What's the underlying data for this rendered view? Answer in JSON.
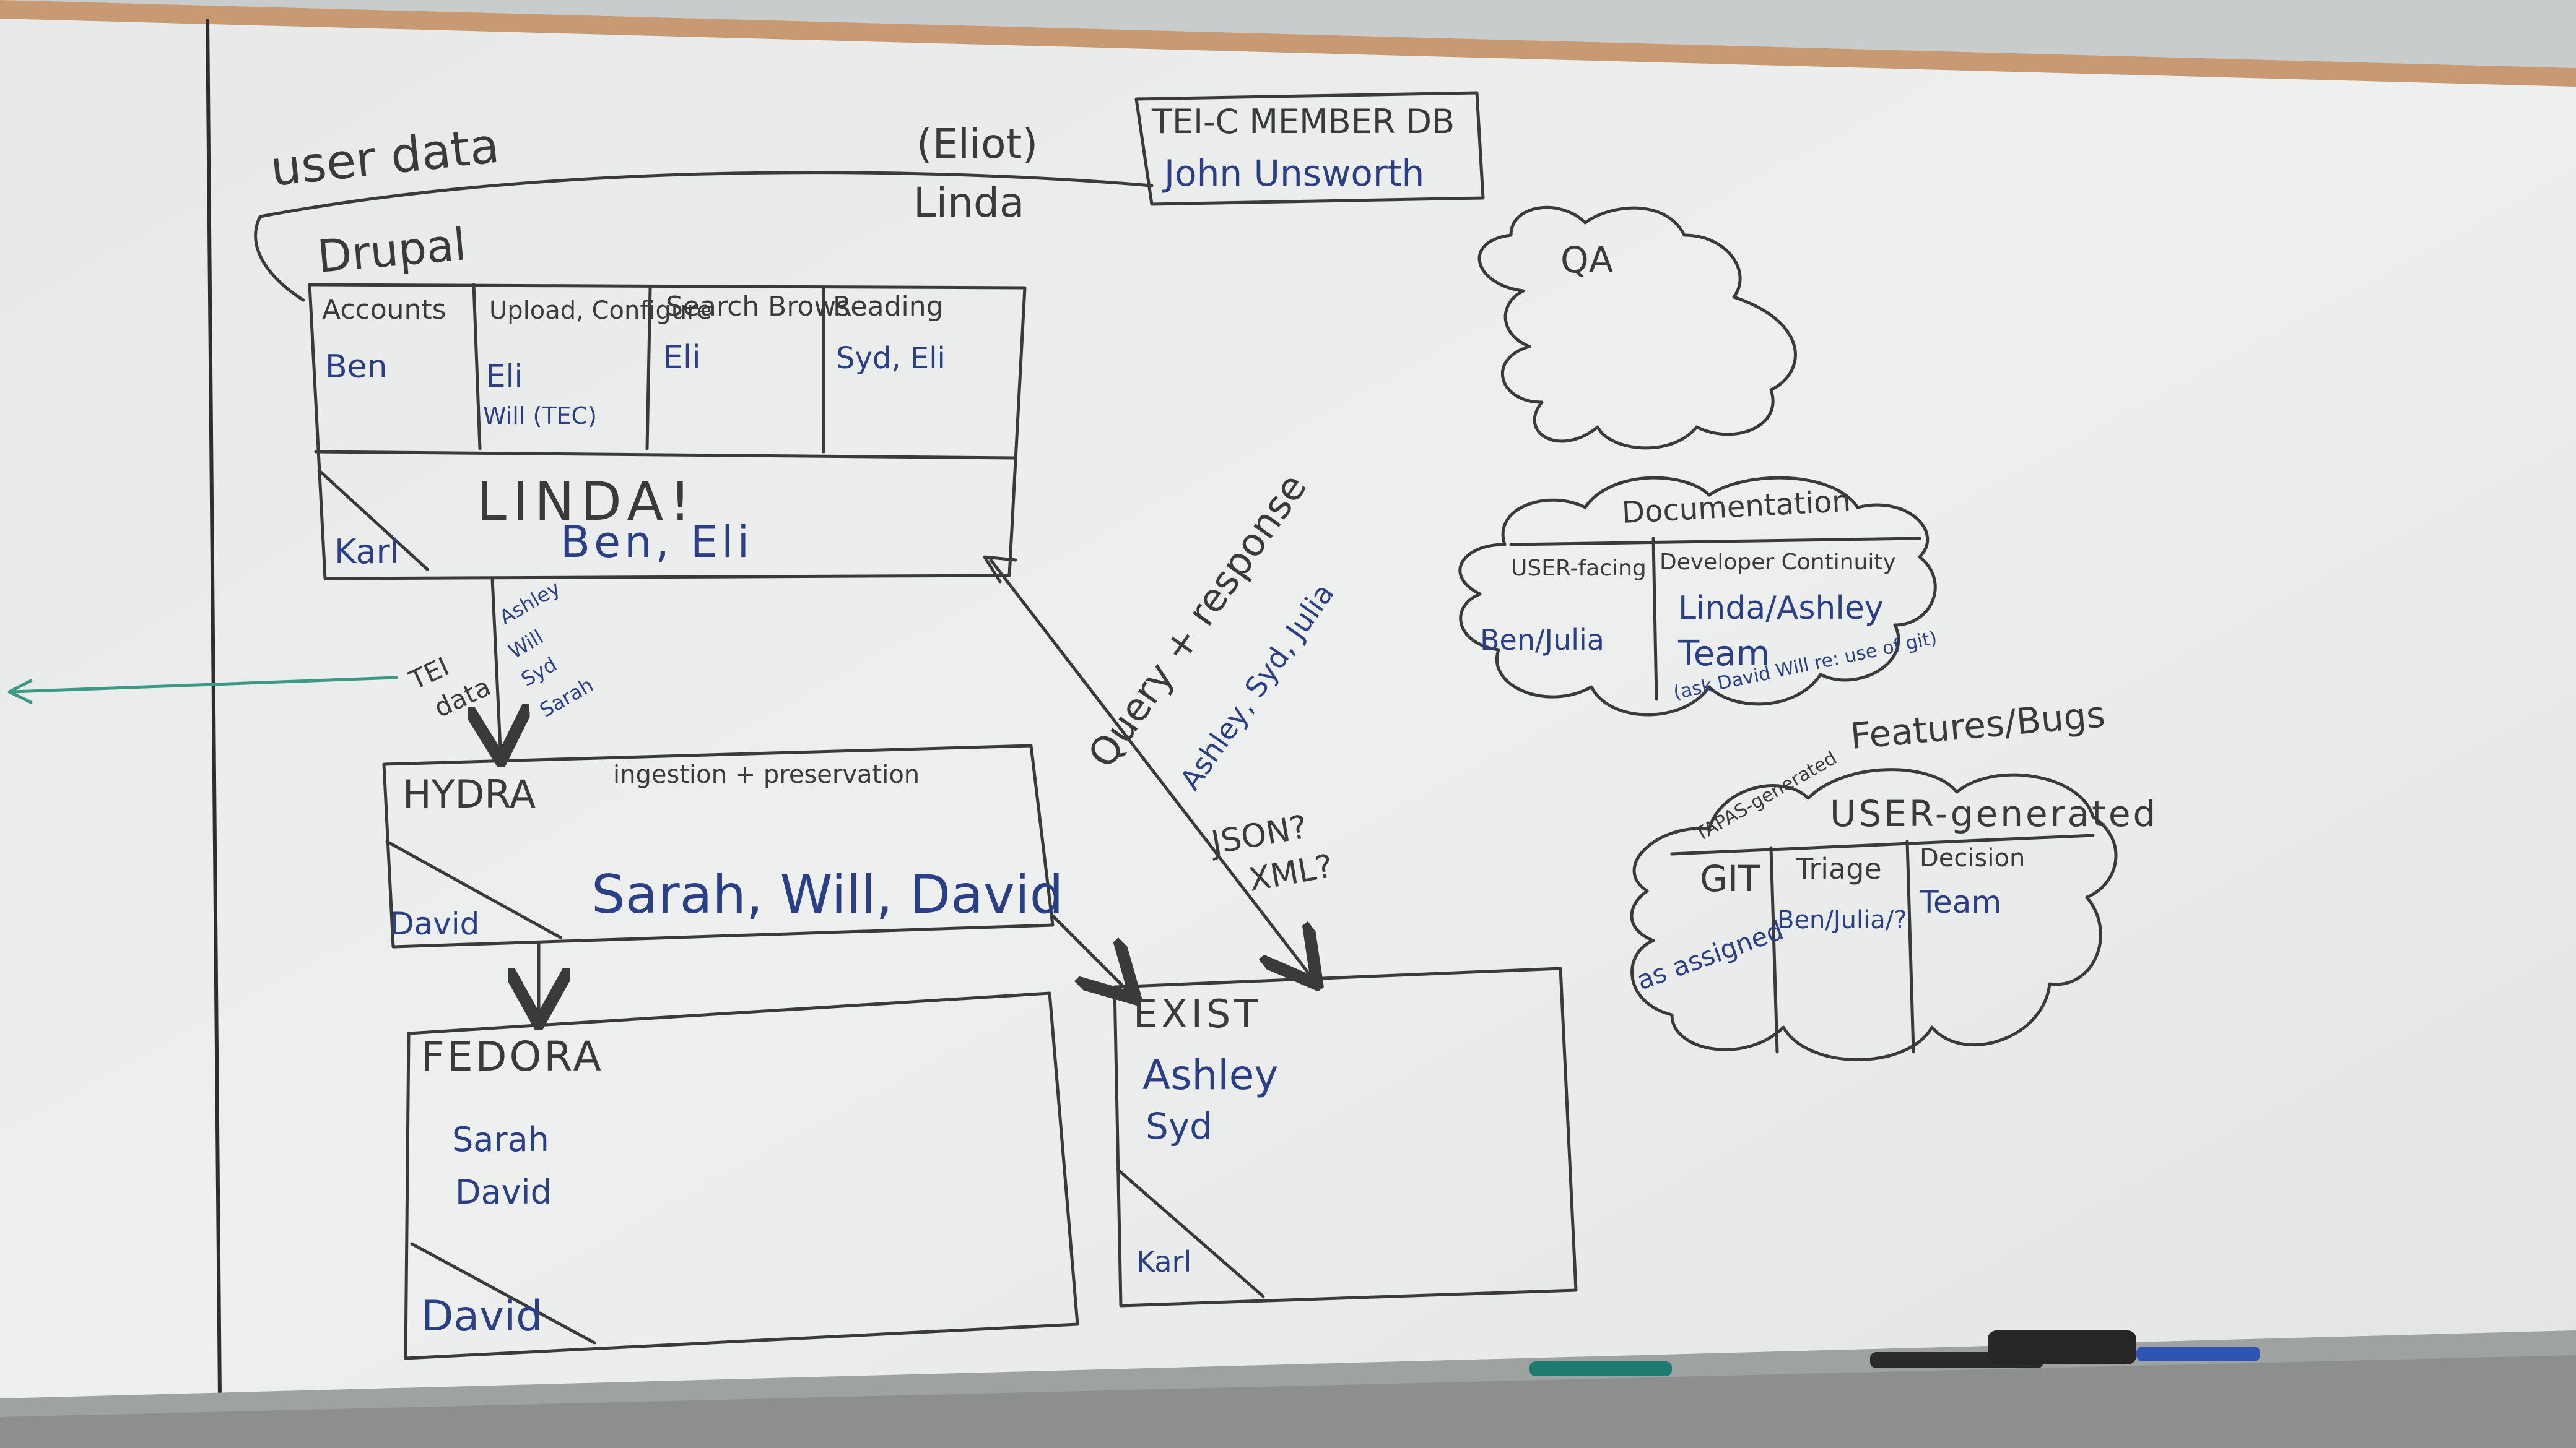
{
  "colors": {
    "board": "#e9eceb",
    "ink_black": "#3a3a3a",
    "ink_blue": "#2b3f86",
    "ink_green": "#3c9a84",
    "frame_wood": "#c79a74"
  },
  "board": {
    "user_data_label": "user data",
    "eliot": "(Eliot)",
    "linda": "Linda",
    "member_db": {
      "title": "TEI-C MEMBER DB",
      "name": "John Unsworth"
    },
    "drupal": {
      "label": "Drupal",
      "cells": [
        {
          "header": "Accounts",
          "people": [
            "Ben"
          ]
        },
        {
          "header": "Upload, Configure",
          "people": [
            "Eli",
            "Will (TEC)"
          ]
        },
        {
          "header": "Search Browse",
          "people": [
            "Eli"
          ]
        },
        {
          "header": "Reading",
          "people": [
            "Syd, Eli"
          ]
        }
      ],
      "band_title": "LINDA!",
      "band_people": "Ben, Eli",
      "band_corner": "Karl"
    },
    "tei_data": {
      "label_1": "TEI",
      "label_2": "data",
      "people": [
        "Ashley",
        "Will",
        "Syd",
        "Sarah"
      ]
    },
    "query_response": "Query + response",
    "query_people": "Ashley, Syd, Julia",
    "json_xml": [
      "JSON?",
      "XML?"
    ],
    "hydra": {
      "title": "HYDRA",
      "subtitle": "ingestion + preservation",
      "people": "Sarah, Will, David",
      "corner": "David"
    },
    "fedora": {
      "title": "FEDORA",
      "people": [
        "Sarah",
        "David"
      ],
      "corner": "David"
    },
    "exist": {
      "title": "EXIST",
      "people": [
        "Ashley",
        "Syd"
      ],
      "corner": "Karl"
    },
    "qa_cloud": {
      "label": "QA"
    },
    "documentation": {
      "title": "Documentation",
      "col1_header": "USER-facing",
      "col1_people": "Ben/Julia",
      "col2_header": "Developer Continuity",
      "col2_line1": "Linda/Ashley",
      "col2_line2": "Team",
      "col2_note": "(ask David Will re: use of git)"
    },
    "features_bugs": {
      "title": "Features/Bugs",
      "sub1": "TAPAS-generated",
      "sub2": "USER-generated",
      "col1_header": "GIT",
      "col1_people": "as assigned",
      "col2_header": "Triage",
      "col2_people": "Ben/Julia/?",
      "col3_header": "Decision",
      "col3_people": "Team"
    }
  }
}
